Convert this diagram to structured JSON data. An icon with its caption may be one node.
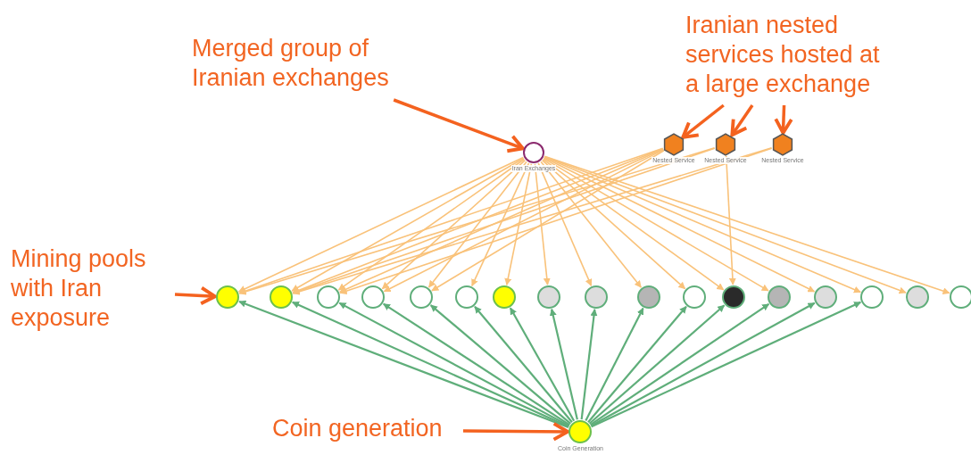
{
  "diagram": {
    "nodes": [
      {
        "text": [
          "Merged group of Iranian exchanges"
        ]
      },
      {
        "text": [
          "Iranian nested services hosted at a large exchange"
        ]
      },
      {
        "text": [
          "Mining pools with Iran exposure"
        ]
      },
      {
        "text": [
          "Coin generation"
        ]
      },
      {
        "text": [],
        "shape": "circle",
        "beside": [
          "Iran Exchanges"
        ]
      },
      {
        "text": [],
        "shape": "hexagon",
        "beside": [
          "Nested Service"
        ]
      },
      {
        "text": [],
        "shape": "hexagon",
        "beside": [
          "Nested Service"
        ]
      },
      {
        "text": [],
        "shape": "hexagon",
        "beside": [
          "Nested Service"
        ]
      },
      {
        "text": [],
        "shape": "circle"
      },
      {
        "text": [],
        "shape": "circle"
      },
      {
        "text": [],
        "shape": "circle"
      },
      {
        "text": [],
        "shape": "circle"
      },
      {
        "text": [],
        "shape": "circle"
      },
      {
        "text": [],
        "shape": "circle"
      },
      {
        "text": [],
        "shape": "circle"
      },
      {
        "text": [],
        "shape": "circle"
      },
      {
        "text": [],
        "shape": "circle"
      },
      {
        "text": [],
        "shape": "circle"
      },
      {
        "text": [],
        "shape": "circle"
      },
      {
        "text": [],
        "shape": "circle"
      },
      {
        "text": [],
        "shape": "circle"
      },
      {
        "text": [],
        "shape": "circle"
      },
      {
        "text": [],
        "shape": "circle"
      },
      {
        "text": [],
        "shape": "circle"
      },
      {
        "text": [],
        "shape": "circle"
      },
      {
        "text": [],
        "shape": "circle",
        "beside": [
          "Coin Generation"
        ]
      }
    ],
    "edges": [
      {
        "from": 4,
        "to": 8,
        "arrow": "to"
      },
      {
        "from": 4,
        "to": 9,
        "arrow": "to"
      },
      {
        "from": 4,
        "to": 10,
        "arrow": "to"
      },
      {
        "from": 4,
        "to": 11,
        "arrow": "to"
      },
      {
        "from": 4,
        "to": 12,
        "arrow": "to"
      },
      {
        "from": 4,
        "to": 13,
        "arrow": "to"
      },
      {
        "from": 4,
        "to": 14,
        "arrow": "to"
      },
      {
        "from": 4,
        "to": 15,
        "arrow": "to"
      },
      {
        "from": 4,
        "to": 16,
        "arrow": "to"
      },
      {
        "from": 4,
        "to": 17,
        "arrow": "to"
      },
      {
        "from": 4,
        "to": 18,
        "arrow": "to"
      },
      {
        "from": 4,
        "to": 19,
        "arrow": "to"
      },
      {
        "from": 4,
        "to": 20,
        "arrow": "to"
      },
      {
        "from": 4,
        "to": 21,
        "arrow": "to"
      },
      {
        "from": 4,
        "to": 22,
        "arrow": "to"
      },
      {
        "from": 4,
        "to": 23,
        "arrow": "to"
      },
      {
        "from": 4,
        "to": 24,
        "arrow": "to"
      },
      {
        "from": 5,
        "to": 8,
        "arrow": "to"
      },
      {
        "from": 5,
        "to": 9,
        "arrow": "to"
      },
      {
        "from": 5,
        "to": 10,
        "arrow": "to"
      },
      {
        "from": 5,
        "to": 11,
        "arrow": "to"
      },
      {
        "from": 5,
        "to": 12,
        "arrow": "to"
      },
      {
        "from": 6,
        "to": 8,
        "arrow": "to"
      },
      {
        "from": 6,
        "to": 9,
        "arrow": "to"
      },
      {
        "from": 6,
        "to": 19,
        "arrow": "to"
      },
      {
        "from": 7,
        "to": 9,
        "arrow": "to"
      },
      {
        "from": 7,
        "to": 10,
        "arrow": "to"
      },
      {
        "from": 25,
        "to": 8,
        "arrow": "to",
        "color": "#5fae7a"
      },
      {
        "from": 25,
        "to": 9,
        "arrow": "to",
        "color": "#5fae7a"
      },
      {
        "from": 25,
        "to": 10,
        "arrow": "to",
        "color": "#5fae7a"
      },
      {
        "from": 25,
        "to": 11,
        "arrow": "to",
        "color": "#5fae7a"
      },
      {
        "from": 25,
        "to": 12,
        "arrow": "to",
        "color": "#5fae7a"
      },
      {
        "from": 25,
        "to": 13,
        "arrow": "to",
        "color": "#5fae7a"
      },
      {
        "from": 25,
        "to": 14,
        "arrow": "to",
        "color": "#5fae7a"
      },
      {
        "from": 25,
        "to": 15,
        "arrow": "to",
        "color": "#5fae7a"
      },
      {
        "from": 25,
        "to": 16,
        "arrow": "to",
        "color": "#5fae7a"
      },
      {
        "from": 25,
        "to": 17,
        "arrow": "to",
        "color": "#5fae7a"
      },
      {
        "from": 25,
        "to": 18,
        "arrow": "to",
        "color": "#5fae7a"
      },
      {
        "from": 25,
        "to": 19,
        "arrow": "to",
        "color": "#5fae7a"
      },
      {
        "from": 25,
        "to": 20,
        "arrow": "to",
        "color": "#5fae7a"
      },
      {
        "from": 25,
        "to": 21,
        "arrow": "to",
        "color": "#5fae7a"
      },
      {
        "from": 25,
        "to": 22,
        "arrow": "to",
        "color": "#5fae7a"
      },
      {
        "from": 0,
        "to": 4,
        "arrow": "to",
        "style": "thick",
        "color": "#f4621f"
      },
      {
        "from": 1,
        "to": 5,
        "arrow": "to",
        "style": "thick",
        "color": "#f4621f"
      },
      {
        "from": 1,
        "to": 6,
        "arrow": "to",
        "style": "thick",
        "color": "#f4621f"
      },
      {
        "from": 1,
        "to": 7,
        "arrow": "to",
        "style": "thick",
        "color": "#f4621f"
      },
      {
        "from": 2,
        "to": 8,
        "arrow": "to",
        "style": "thick",
        "color": "#f4621f"
      },
      {
        "from": 3,
        "to": 25,
        "arrow": "to",
        "style": "thick",
        "color": "#f4621f"
      }
    ]
  }
}
